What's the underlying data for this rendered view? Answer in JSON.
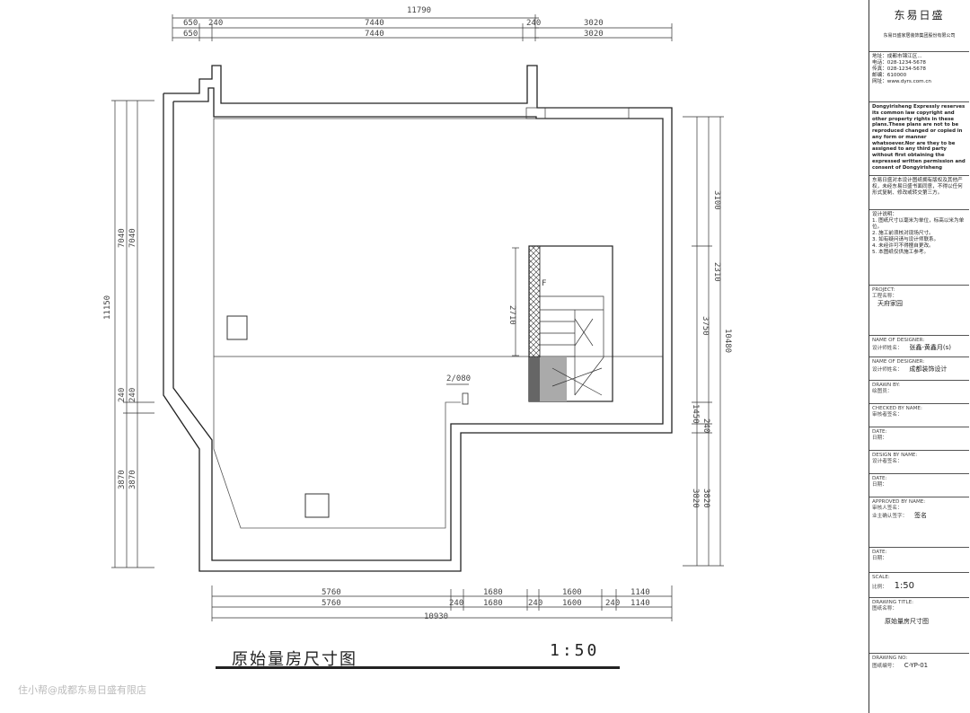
{
  "plan": {
    "title": "原始量房尺寸图",
    "scale": "1:50",
    "top_dims": {
      "total": "11790",
      "row1": [
        "650",
        "240",
        "7440",
        "240",
        "3020"
      ],
      "row2": [
        "650",
        "7440",
        "3020"
      ]
    },
    "bottom_dims": {
      "row1": [
        "5760",
        "1680",
        "1600",
        "1140"
      ],
      "row2": [
        "5760",
        "240",
        "1680",
        "240",
        "1600",
        "240",
        "1140"
      ],
      "total": "10930"
    },
    "left_dims": {
      "total": "11150",
      "a": [
        "7040",
        "7040"
      ],
      "b": [
        "240",
        "240"
      ],
      "c": [
        "3870",
        "3870"
      ]
    },
    "right_dims": {
      "total": "10480",
      "a": [
        "3100",
        "2310",
        "3750"
      ],
      "b": [
        "1450",
        "240"
      ],
      "c": [
        "3820",
        "3820"
      ]
    },
    "misc_dims": {
      "stair": "2710",
      "door": "2/080",
      "f": "F"
    }
  },
  "title_block": {
    "brand": "东易日盛",
    "brand_sub": "东易日盛家居装饰集团股份有限公司",
    "info_lines": [
      "地址：成都市锦江区...",
      "电话：028-1234-5678",
      "传真：028-1234-5678",
      "邮编：610000",
      "网址：www.dyrs.com.cn"
    ],
    "notice": "Dongyirisheng Expressly reserves its common law copyright and other property rights in these plans.These plans are not to be reproduced changed or copied in any form or manner whatsoever.Nor are they to be assigned to any third party without first obtaining the expressed written permission and consent of Dongyirisheng",
    "notice_cn": "东易日盛对本设计图纸拥有版权及其他产权，未经东易日盛书面同意，不得以任何形式复制、修改或转交第三方。",
    "design_notes_title": "设计说明：",
    "design_notes": [
      "1. 图纸尺寸以毫米为单位，标高以米为单位。",
      "2. 施工前须核对现场尺寸。",
      "3. 如有疑问请与设计师联系。",
      "4. 未经许可不得擅自更改。",
      "5. 本图纸仅供施工参考。"
    ],
    "fields": [
      {
        "label": "PROJECT:",
        "value": ""
      },
      {
        "label": "工程名称：",
        "value": "天府家园"
      },
      {
        "label": "NAME OF DESIGNER:",
        "value": ""
      },
      {
        "label": "设计师姓名：",
        "value": "张鑫-黄鑫月(s)"
      },
      {
        "label": "NAME OF DESIGNER:",
        "value": ""
      },
      {
        "label": "设计师姓名：",
        "value": "成都装饰设计"
      },
      {
        "label": "DRAWN BY:",
        "value": ""
      },
      {
        "label": "绘图员：",
        "value": ""
      },
      {
        "label": "CHECKED BY NAME:",
        "value": ""
      },
      {
        "label": "审核者签名：",
        "value": ""
      },
      {
        "label": "DATE:",
        "value": ""
      },
      {
        "label": "日期：",
        "value": ""
      },
      {
        "label": "DESIGN BY NAME:",
        "value": ""
      },
      {
        "label": "设计者签名：",
        "value": ""
      },
      {
        "label": "DATE:",
        "value": ""
      },
      {
        "label": "日期：",
        "value": ""
      },
      {
        "label": "APPROVED BY NAME:",
        "value": ""
      },
      {
        "label": "审核人签名：",
        "value": ""
      },
      {
        "label": "业主确认签字：",
        "value": "签名"
      },
      {
        "label": "DATE:",
        "value": ""
      },
      {
        "label": "日期：",
        "value": ""
      },
      {
        "label": "SCALE:",
        "value": ""
      },
      {
        "label": "比例：",
        "value": "1:50"
      },
      {
        "label": "DRAWING TITLE:",
        "value": ""
      },
      {
        "label": "图纸名称：",
        "value": "原始量房尺寸图"
      },
      {
        "label": "DRAWING NO:",
        "value": ""
      },
      {
        "label": "图纸编号：",
        "value": "C-YP-01"
      }
    ]
  },
  "watermark": "住小帮@成都东易日盛有限店"
}
